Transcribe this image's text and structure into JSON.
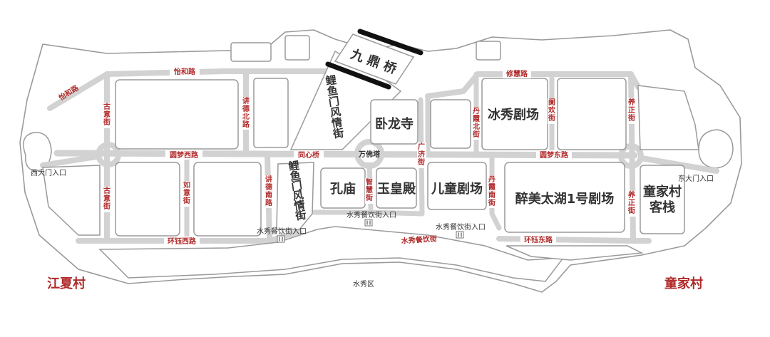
{
  "buildings": {
    "jiuding_bridge": "九 鼎 桥",
    "wolong_temple": "卧龙寺",
    "bingxiu_theatre": "冰秀剧场",
    "confucius_temple": "孔庙",
    "jade_emperor_hall": "玉皇殿",
    "children_theatre": "儿童剧场",
    "zuimei_taihu_theatre": "醉美太湖1号剧场",
    "tongjia_inn": "童家村\n客栈",
    "wanfo_pagoda": "万佛塔",
    "liyumen_north": "鲤\n鱼\n门\n风\n情\n街",
    "liyumen_south": "鲤\n鱼\n门\n风\n情\n街"
  },
  "roads": {
    "yihe": "怡和路",
    "yihe_diag": "怡和路",
    "xiuhui": "修慧路",
    "yuanmeng_west": "圆梦西路",
    "yuanmeng_east": "圆梦东路",
    "tongxin_bridge": "同心桥",
    "huanyu_west": "环钰西路",
    "huanyu_east": "环钰东路",
    "shuixiu_food_street": "水秀餐饮街",
    "guyi_north": "古\n意\n街",
    "guyi_south": "古\n意\n街",
    "jiangde_north": "讲\n德\n北\n路",
    "jiangde_south": "讲\n德\n南\n路",
    "ruyi": "如\n意\n街",
    "zhihui": "智\n慧\n街",
    "guangji": "广\n济\n街",
    "danxia_north": "丹\n霞\n北\n街",
    "danxia_south": "丹\n霞\n南\n街",
    "lanhuan": "阑\n欢\n街",
    "yangzheng_north": "养\n正\n街",
    "yangzheng_south": "养\n正\n街"
  },
  "entrances": {
    "west_gate": "西大门入口",
    "east_gate": "东大门入口",
    "food_street_entrance_1": "水秀餐饮街入口",
    "food_street_entrance_2": "水秀餐饮街入口",
    "food_street_entrance_3": "水秀餐饮街入口"
  },
  "areas": {
    "shuixiu_district": "水秀区",
    "jiangxia_village": "江夏村",
    "tongjia_village": "童家村"
  },
  "colors": {
    "label_red": "#b02a2a",
    "road_gray": "#d2d2d2",
    "outline_gray": "#9a9a9a",
    "text_dark": "#333333"
  },
  "icons": {
    "food": "fork-knife-icon"
  }
}
